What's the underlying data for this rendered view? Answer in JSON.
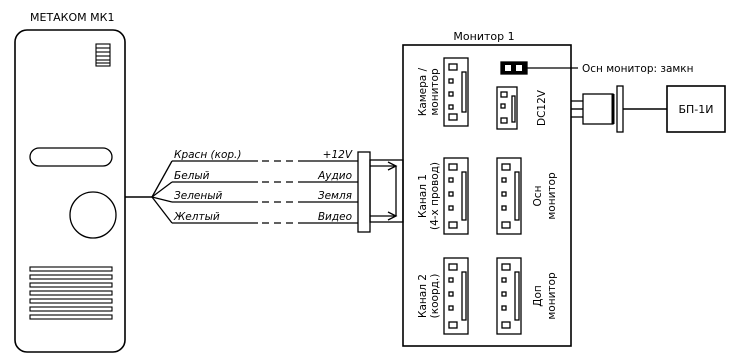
{
  "title": "МЕТАКОМ МК1",
  "monitor": {
    "title": "Монитор 1",
    "jumper_label": "Осн монитор: замкн",
    "connectors": {
      "camera": "Камера / монитор",
      "dc": "DC12V",
      "channel1_line1": "Канал 1",
      "channel1_line2": "(4-х провод)",
      "main_line1": "Осн",
      "main_line2": "монитор",
      "channel2_line1": "Канал 2",
      "channel2_line2": "(коорд.)",
      "extra_line1": "Доп",
      "extra_line2": "монитор"
    }
  },
  "power_supply": {
    "label": "БП-1И"
  },
  "wires": [
    {
      "color_name": "Красн (кор.)",
      "signal": "+12V"
    },
    {
      "color_name": "Белый",
      "signal": "Аудио"
    },
    {
      "color_name": "Зеленый",
      "signal": "Земля"
    },
    {
      "color_name": "Желтый",
      "signal": "Видео"
    }
  ]
}
